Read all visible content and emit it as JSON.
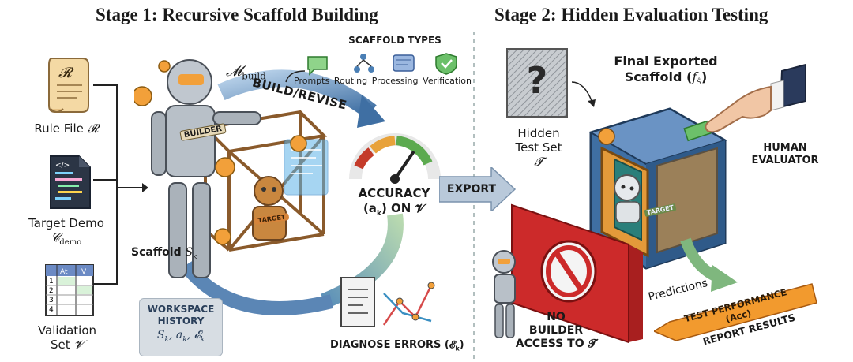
{
  "stage1": {
    "title": "Stage 1: Recursive Scaffold Building",
    "inputs": [
      {
        "label": "Rule File",
        "symbol": "𝓡",
        "icon": "scroll-icon"
      },
      {
        "label": "Target Demo",
        "symbol": "𝓒",
        "sub": "demo",
        "icon": "code-file-icon"
      },
      {
        "label": "Validation",
        "label2": "Set",
        "symbol": "𝓥",
        "icon": "spreadsheet-icon",
        "sheet_headers": [
          "At",
          "V"
        ],
        "sheet_rows": [
          "1",
          "2",
          "3",
          "4"
        ]
      }
    ],
    "builder_model": {
      "symbol": "𝓜",
      "sub": "build"
    },
    "builder_badge": "BUILDER",
    "target_badge": "TARGET",
    "scaffold_types": {
      "title": "SCAFFOLD TYPES",
      "items": [
        "Prompts",
        "Routing",
        "Processing",
        "Verification"
      ]
    },
    "build_revise": "BUILD/REVISE",
    "accuracy": {
      "line1": "ACCURACY",
      "line2": "(a",
      "sub": "k",
      "line2b": ") ON 𝓥"
    },
    "scaffold_label": {
      "text": "Scaffold",
      "symbol": "S",
      "sub": "k"
    },
    "workspace": {
      "line1": "WORKSPACE",
      "line2": "HISTORY",
      "symbols": "S",
      "sub": "k",
      "rest": ", a",
      "sub2": "k",
      "rest2": ", 𝓔",
      "sub3": "k"
    },
    "diagnose": {
      "text": "DIAGNOSE ERRORS (𝓔",
      "sub": "k",
      "close": ")"
    }
  },
  "export_label": "EXPORT",
  "stage2": {
    "title": "Stage 2: Hidden Evaluation Testing",
    "hidden_test": {
      "line1": "Hidden",
      "line2": "Test Set",
      "symbol": "𝓣",
      "mark": "?"
    },
    "final_scaffold": {
      "line1": "Final Exported",
      "line2": "Scaffold (",
      "symbol": "f",
      "sub": "Ŝ",
      "close": ")"
    },
    "human_evaluator": {
      "line1": "HUMAN",
      "line2": "EVALUATOR"
    },
    "target_badge": "TARGET",
    "no_access": {
      "line1": "NO",
      "line2": "BUILDER",
      "line3": "ACCESS TO 𝓣"
    },
    "predictions": "Predictions",
    "test_performance": "TEST PERFORMANCE (Acc)",
    "report_results": "REPORT RESULTS"
  },
  "colors": {
    "blue_arrow": "#4a7fb5",
    "green_arrow": "#7fb77e",
    "red_wall": "#cc2a2a",
    "orange_banner": "#f29a2e",
    "gray_box": "#d7dde3"
  }
}
